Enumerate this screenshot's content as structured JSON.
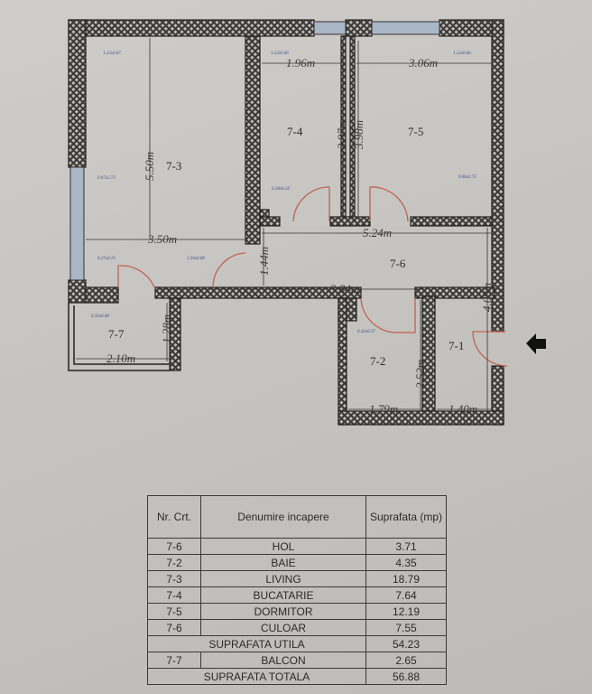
{
  "plan": {
    "rooms": {
      "r73": "7-3",
      "r74": "7-4",
      "r75": "7-5",
      "r76": "7-6",
      "r77": "7-7",
      "r72": "7-2",
      "r71": "7-1"
    },
    "dims": {
      "d550": "5.50m",
      "d350": "3.50m",
      "d196": "1.96m",
      "d306": "3.06m",
      "d397": "3.97m",
      "d398": "3.98m",
      "d524": "5.24m",
      "d144": "1.44m",
      "d384": "3.84m",
      "d409": "4.09m",
      "d252": "2.52m",
      "d179": "1.79m",
      "d140": "1.40m",
      "d210": "2.10m",
      "d128": "1.28m"
    },
    "notes": {
      "n1": "1.25x0.07",
      "n2": "1.22x0.06",
      "n3": "1.22x0.06",
      "n4": "0.07x2.72",
      "n5": "0.28x0.24",
      "n6": "0.06x2.72",
      "n7": "0.27x0.19",
      "n8": "1.56x0.08",
      "n9": "0.39x0.08",
      "n10": "0.42x0.37"
    },
    "entrance_icon": "arrow-left-icon"
  },
  "table": {
    "headers": [
      "Nr. Crt.",
      "Denumire incapere",
      "Suprafata (mp)"
    ],
    "rows": [
      {
        "nr": "7-6",
        "name": "HOL",
        "area": "3.71"
      },
      {
        "nr": "7-2",
        "name": "BAIE",
        "area": "4.35"
      },
      {
        "nr": "7-3",
        "name": "LIVING",
        "area": "18.79"
      },
      {
        "nr": "7-4",
        "name": "BUCATARIE",
        "area": "7.64"
      },
      {
        "nr": "7-5",
        "name": "DORMITOR",
        "area": "12.19"
      },
      {
        "nr": "7-6",
        "name": "CULOAR",
        "area": "7.55"
      }
    ],
    "util": {
      "label": "SUPRAFATA UTILA",
      "area": "54.23"
    },
    "balcon": {
      "nr": "7-7",
      "name": "BALCON",
      "area": "2.65"
    },
    "total": {
      "label": "SUPRAFATA TOTALA",
      "area": "56.88"
    }
  }
}
